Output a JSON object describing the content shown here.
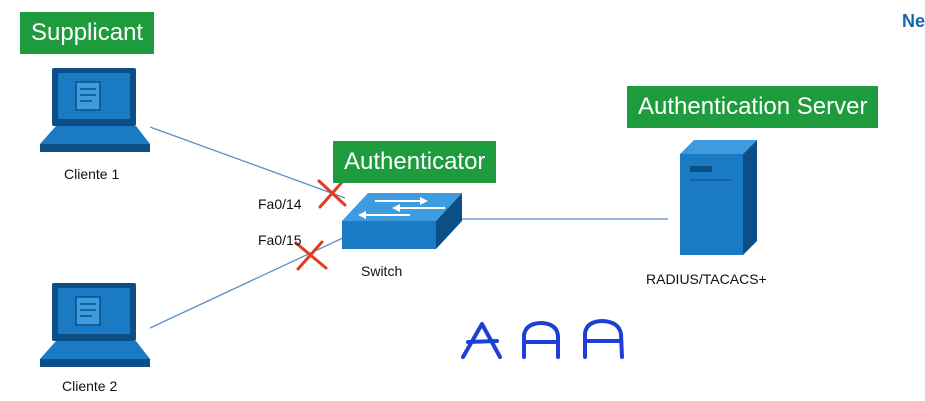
{
  "labels": {
    "supplicant": "Supplicant",
    "authenticator": "Authenticator",
    "auth_server": "Authentication Server"
  },
  "nodes": {
    "cliente1": "Cliente 1",
    "cliente2": "Cliente 2",
    "switch": "Switch",
    "server": "RADIUS/TACACS+"
  },
  "ports": {
    "fa014": "Fa0/14",
    "fa015": "Fa0/15"
  },
  "annotation": "AAA",
  "brand": "Ne",
  "colors": {
    "label_bg": "#1e9b3c",
    "device_blue": "#1a7bc4",
    "device_dark": "#0c4f86",
    "link_line": "#5b8fc7",
    "blocked_mark": "#e23b1f",
    "handwriting": "#1d3fd6"
  },
  "icons": {
    "pc": "computer-icon",
    "switch": "switch-icon",
    "server": "server-icon",
    "blocked": "x-mark-icon"
  }
}
